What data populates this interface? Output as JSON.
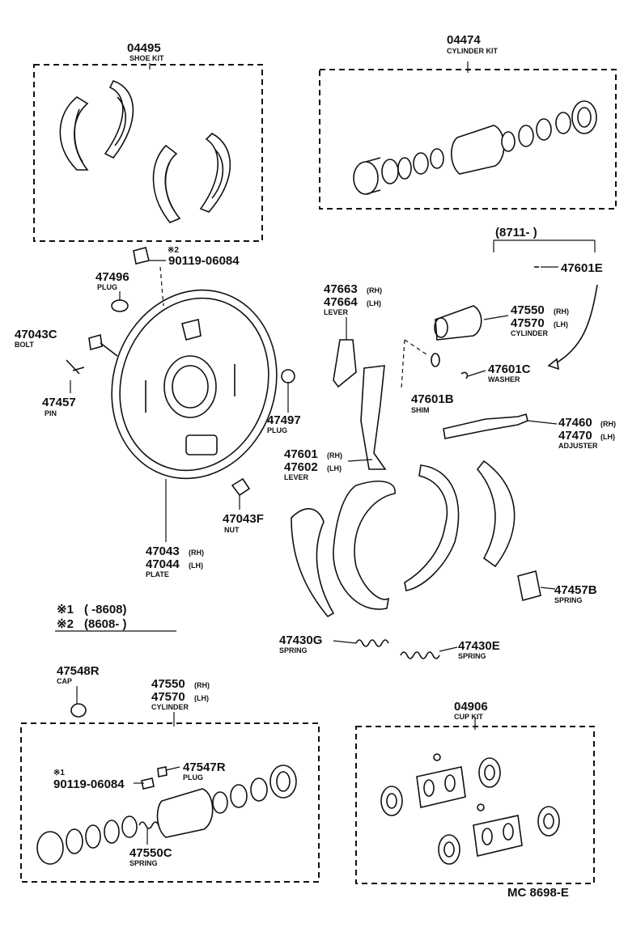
{
  "labels": {
    "shoe_kit_no": "04495",
    "shoe_kit": "SHOE KIT",
    "cyl_kit_no": "04474",
    "cyl_kit": "CYLINDER KIT",
    "date_range": "(8711-       )",
    "p47601E": "47601E",
    "p90119_top": "90119-06084",
    "mark2": "※2",
    "p47496": "47496",
    "plug": "PLUG",
    "p47663": "47663",
    "p47664": "47664",
    "rh": "(RH)",
    "lh": "(LH)",
    "lever": "LEVER",
    "p47550": "47550",
    "p47570": "47570",
    "cylinder": "CYLINDER",
    "p47043C": "47043C",
    "bolt": "BOLT",
    "p47601C": "47601C",
    "washer": "WASHER",
    "p47457": "47457",
    "pin": "PIN",
    "p47601B": "47601B",
    "shim": "SHIM",
    "p47497": "47497",
    "p47460": "47460",
    "p47470": "47470",
    "adjuster": "ADJUSTER",
    "p47601": "47601",
    "p47602": "47602",
    "p47043F": "47043F",
    "nut": "NUT",
    "p47043": "47043",
    "p47044": "47044",
    "plate": "PLATE",
    "p47457B": "47457B",
    "spring": "SPRING",
    "note1_mark": "※1",
    "note1_range": "(       -8608)",
    "note2_mark": "※2",
    "note2_range": "(8608-       )",
    "p47430G": "47430G",
    "p47430E": "47430E",
    "p47548R": "47548R",
    "cap": "CAP",
    "cup_kit_no": "04906",
    "cup_kit": "CUP KIT",
    "p47547R": "47547R",
    "mark1": "※1",
    "p90119_bot": "90119-06084",
    "p47550C": "47550C",
    "code": "MC 8698-E"
  }
}
